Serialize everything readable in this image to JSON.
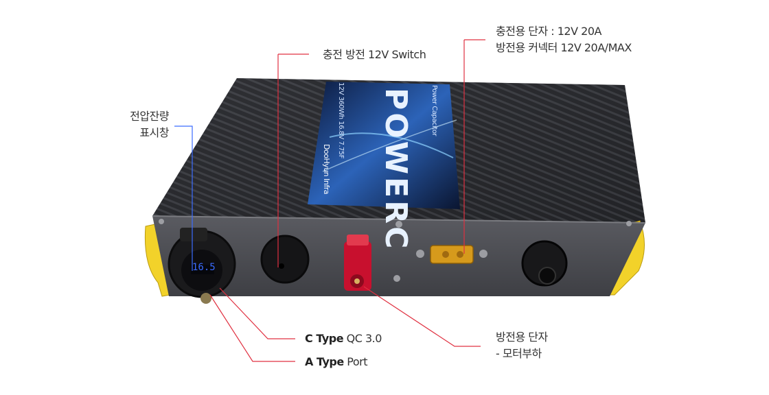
{
  "labels": {
    "voltage_display": {
      "line1": "전압잔량",
      "line2": "표시창"
    },
    "switch": "충전 방전 12V Switch",
    "charge_terminal": {
      "line1": "충전용 단자 : 12V 20A",
      "line2": "방전용 커넥터 12V 20A/MAX"
    },
    "c_type": {
      "bold": "C Type",
      "rest": " QC 3.0"
    },
    "a_type": {
      "bold": "A Type",
      "rest": " Port"
    },
    "discharge_terminal": {
      "line1": "방전용 단자",
      "line2": "- 모터부하"
    }
  },
  "device": {
    "panel_text": {
      "brand": "POWERC",
      "top": "Power Capacitor",
      "spec": "12V 360Wh 16.8V 7.75F",
      "maker": "DooHyun Infra"
    },
    "display_reading": "16.5"
  },
  "colors": {
    "leader_line": "#e03040",
    "bracket": "#f2d22a",
    "body": "#2b2b2e",
    "front": "#4a4b50",
    "red_terminal": "#c8102e",
    "display": "#3b6cff"
  }
}
